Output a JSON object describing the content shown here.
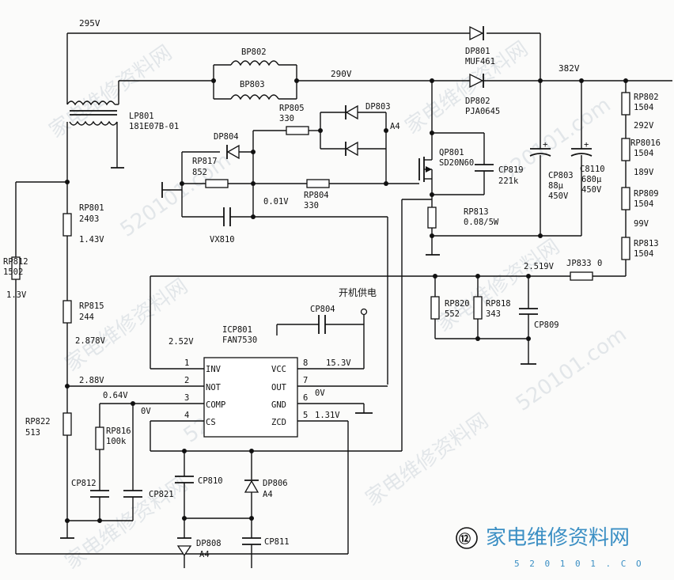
{
  "figure_number": "⑫",
  "watermark": {
    "brand": "家电维修资料网",
    "site": "520101.com",
    "site_footer": "5 2 0 1 0 1 . C O"
  },
  "ic": {
    "ref": "ICP801",
    "part": "FAN7530",
    "pins_left": [
      {
        "num": "1",
        "name": "INV"
      },
      {
        "num": "2",
        "name": "NOT"
      },
      {
        "num": "3",
        "name": "COMP"
      },
      {
        "num": "4",
        "name": "CS"
      }
    ],
    "pins_right": [
      {
        "num": "8",
        "name": "VCC"
      },
      {
        "num": "7",
        "name": "OUT"
      },
      {
        "num": "6",
        "name": "GND"
      },
      {
        "num": "5",
        "name": "ZCD"
      }
    ]
  },
  "voltages": {
    "v295": "295V",
    "v290": "290V",
    "v382": "382V",
    "v292": "292V",
    "v189": "189V",
    "v99": "99V",
    "v2519": "2.519V",
    "v143": "1.43V",
    "v13": "1.3V",
    "v2878": "2.878V",
    "v288": "2.88V",
    "v252": "2.52V",
    "v064": "0.64V",
    "v0_comp": "0V",
    "v153": "15.3V",
    "v0_out": "0V",
    "v131": "1.31V",
    "v001": "0.01V"
  },
  "power_label": "开机供电",
  "components": {
    "bp802": "BP802",
    "bp803": "BP803",
    "lp801": "LP801",
    "lp801_val": "181E07B-01",
    "dp801": "DP801",
    "dp801_val": "MUF461",
    "dp802": "DP802",
    "dp802_val": "PJA0645",
    "dp803": "DP803",
    "dp803_val": "A4",
    "dp804": "DP804",
    "rp805": "RP805",
    "rp805_val": "330",
    "rp817": "RP817",
    "rp817_val": "852",
    "rp804": "RP804",
    "rp804_val": "330",
    "vx810": "VX810",
    "qp801": "QP801",
    "qp801_val": "SD20N60",
    "cp819": "CP819",
    "cp819_val": "221k",
    "rp813b": "RP813",
    "rp813b_val": "0.08/5W",
    "cp803": "CP803",
    "cp803_v1": "88μ",
    "cp803_v2": "450V",
    "c8110": "C8110",
    "c8110_v1": "680μ",
    "c8110_v2": "450V",
    "rp802": "RP802",
    "rp802_val": "1504",
    "rp8016": "RP8016",
    "rp8016_val": "1504",
    "rp809": "RP809",
    "rp809_val": "1504",
    "rp813": "RP813",
    "rp813_val": "1504",
    "jp833": "JP833",
    "jp833_val": "0",
    "rp820": "RP820",
    "rp820_val": "552",
    "rp818": "RP818",
    "rp818_val": "343",
    "cp809": "CP809",
    "rp801": "RP801",
    "rp801_val": "2403",
    "rp812": "RP812",
    "rp812_val": "1502",
    "rp815": "RP815",
    "rp815_val": "244",
    "rp822": "RP822",
    "rp822_val": "513",
    "rp816": "RP816",
    "rp816_val": "100k",
    "cp812": "CP812",
    "cp821": "CP821",
    "cp810": "CP810",
    "dp806": "DP806",
    "dp806_val": "A4",
    "dp808": "DP808",
    "dp808_val": "A4",
    "cp811": "CP811",
    "cp804": "CP804"
  }
}
